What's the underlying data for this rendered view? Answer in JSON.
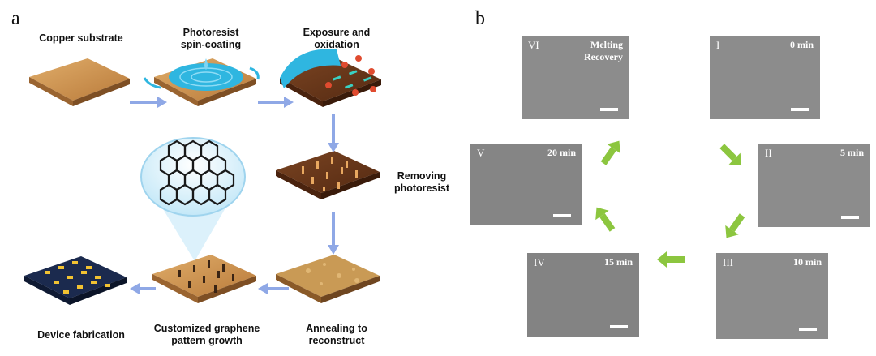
{
  "panel_a": {
    "letter": "a",
    "steps": [
      {
        "id": "copper",
        "label": "Copper substrate"
      },
      {
        "id": "spin",
        "label": "Photoresist\nspin-coating"
      },
      {
        "id": "expose",
        "label": "Exposure and\noxidation"
      },
      {
        "id": "remove",
        "label": "Removing\nphotoresist"
      },
      {
        "id": "anneal",
        "label": "Annealing to\nreconstruct"
      },
      {
        "id": "growth",
        "label": "Customized graphene\npattern growth"
      },
      {
        "id": "device",
        "label": "Device fabrication"
      }
    ]
  },
  "panel_b": {
    "letter": "b",
    "images": [
      {
        "numeral": "I",
        "time": "0 min"
      },
      {
        "numeral": "II",
        "time": "5 min"
      },
      {
        "numeral": "III",
        "time": "10 min"
      },
      {
        "numeral": "IV",
        "time": "15 min"
      },
      {
        "numeral": "V",
        "time": "20 min"
      },
      {
        "numeral": "VI",
        "time": "Melting\nRecovery"
      }
    ]
  },
  "colors": {
    "copper": "#c8914f",
    "copper_dark": "#6b3a1c",
    "photoresist": "#2fb6e0",
    "flow_arrow": "#8fa8e6",
    "cycle_arrow": "#8cc63f",
    "sem_gray": "#8c8c8c",
    "device_substrate": "#1b2a4e",
    "graphene": "#1a1a1a"
  }
}
